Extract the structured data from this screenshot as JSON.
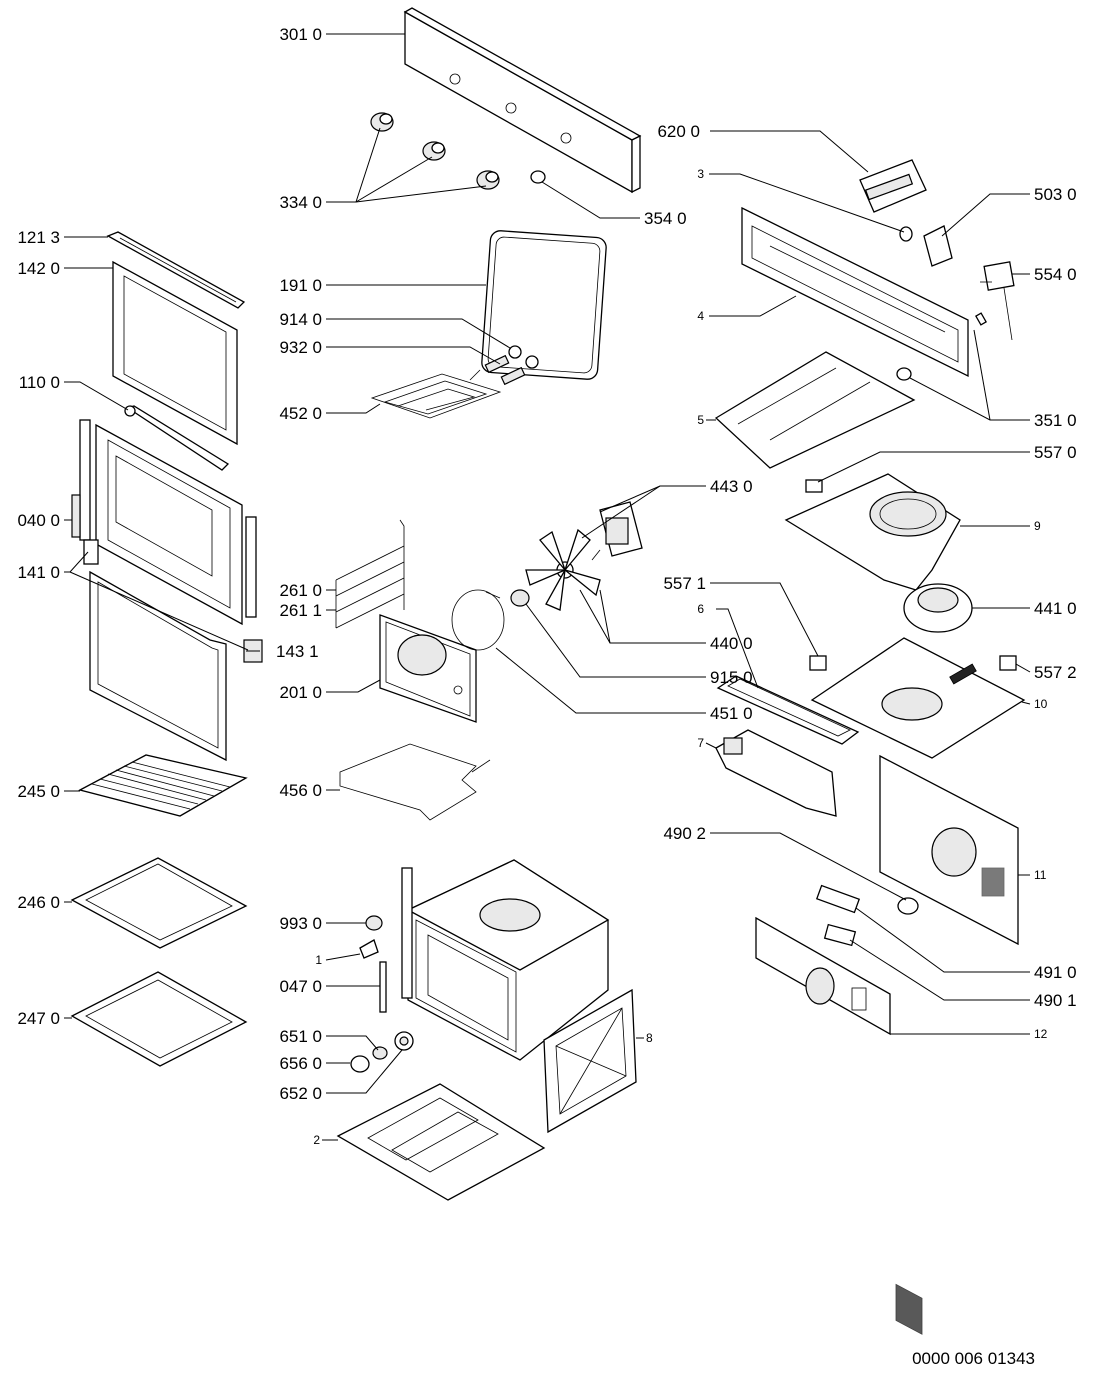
{
  "labels": {
    "p3010": "301 0",
    "p3340": "334 0",
    "p3540": "354 0",
    "p6200": "620 0",
    "p3": "3",
    "p5030": "503 0",
    "p1213": "121 3",
    "p1420": "142 0",
    "p1910": "191 0",
    "p9140": "914 0",
    "p9320": "932 0",
    "p4520": "452 0",
    "p5540": "554 0",
    "p4": "4",
    "p1100": "110 0",
    "p3510": "351 0",
    "p5": "5",
    "p5570": "557 0",
    "p4430": "443 0",
    "p0400": "040 0",
    "p9": "9",
    "p1410": "141 0",
    "p2610": "261 0",
    "p2611": "261 1",
    "p5571": "557 1",
    "p4410": "441 0",
    "p4400": "440 0",
    "p6": "6",
    "p1431": "143 1",
    "p9150": "915 0",
    "p5572": "557 2",
    "p2010": "201 0",
    "p10": "10",
    "p4510": "451 0",
    "p7": "7",
    "p2450": "245 0",
    "p4560": "456 0",
    "p4902": "490 2",
    "p11": "11",
    "p2460": "246 0",
    "p9930": "993 0",
    "p1": "1",
    "p4910": "491 0",
    "p0470": "047 0",
    "p4901": "490 1",
    "p2470": "247 0",
    "p8": "8",
    "p6510": "651 0",
    "p12": "12",
    "p6560": "656 0",
    "p6520": "652 0",
    "p2": "2"
  },
  "drawing_number": "0000 006 01343"
}
